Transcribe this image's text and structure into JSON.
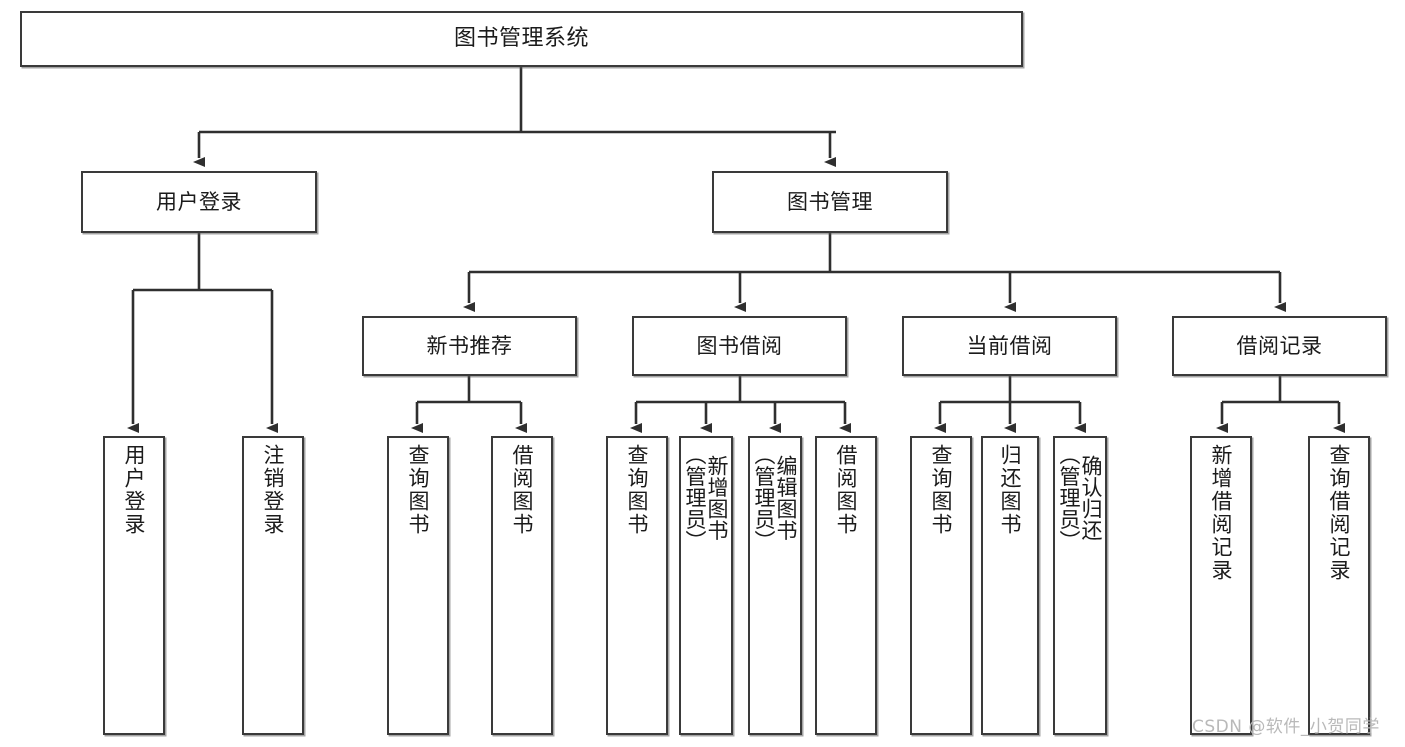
{
  "diagram": {
    "title": "图书管理系统",
    "type": "tree",
    "watermark": "CSDN @软件_小贺同学",
    "colors": {
      "box_border": "#3a3a3a",
      "box_fill": "#ffffff",
      "edge": "#2f2f2f",
      "text": "#1b1b1b",
      "watermark": "#b9b9b9"
    },
    "levels": {
      "root": "图书管理系统",
      "level2": [
        "用户登录",
        "图书管理"
      ],
      "level3": [
        "新书推荐",
        "图书借阅",
        "当前借阅",
        "借阅记录"
      ],
      "level4": [
        "用户登录",
        "注销登录",
        "查询图书",
        "借阅图书",
        "查询图书",
        "新增图书（管理员）",
        "编辑图书（管理员）",
        "借阅图书",
        "查询图书",
        "归还图书",
        "确认归还（管理员）",
        "新增借阅记录",
        "查询借阅记录"
      ]
    },
    "nodes": {
      "root": {
        "label": "图书管理系统"
      },
      "user_login": {
        "label": "用户登录"
      },
      "book_mgmt": {
        "label": "图书管理"
      },
      "new_book_rec": {
        "label": "新书推荐"
      },
      "book_borrow": {
        "label": "图书借阅"
      },
      "current_borrow": {
        "label": "当前借阅"
      },
      "borrow_record": {
        "label": "借阅记录"
      },
      "leaf_user_login": {
        "label": "用户登录"
      },
      "leaf_logout": {
        "label": "注销登录"
      },
      "leaf_query_book_1": {
        "label": "查询图书"
      },
      "leaf_borrow_book_1": {
        "label": "借阅图书"
      },
      "leaf_query_book_2": {
        "label": "查询图书"
      },
      "leaf_add_book": {
        "label": "新增图书\n（管理员）"
      },
      "leaf_edit_book": {
        "label": "编辑图书\n（管理员）"
      },
      "leaf_borrow_book_2": {
        "label": "借阅图书"
      },
      "leaf_query_book_3": {
        "label": "查询图书"
      },
      "leaf_return_book": {
        "label": "归还图书"
      },
      "leaf_confirm_return": {
        "label": "确认归还\n（管理员）"
      },
      "leaf_add_record": {
        "label": "新增借阅记录"
      },
      "leaf_query_record": {
        "label": "查询借阅记录"
      }
    }
  }
}
